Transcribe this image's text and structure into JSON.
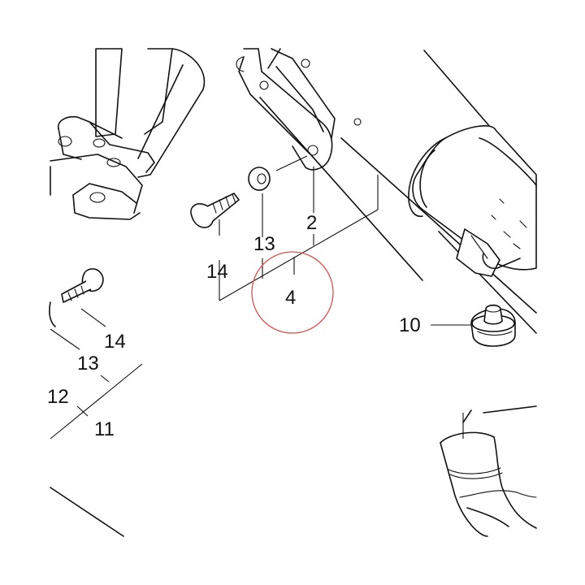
{
  "labels": {
    "p2": "2",
    "p4": "4",
    "p10": "10",
    "p11": "11",
    "p12": "12",
    "p13_top": "13",
    "p13_left": "13",
    "p14_top": "14",
    "p14_left": "14"
  },
  "colors": {
    "line": "#111111",
    "highlight": "#d9534f",
    "background": "#ffffff"
  }
}
